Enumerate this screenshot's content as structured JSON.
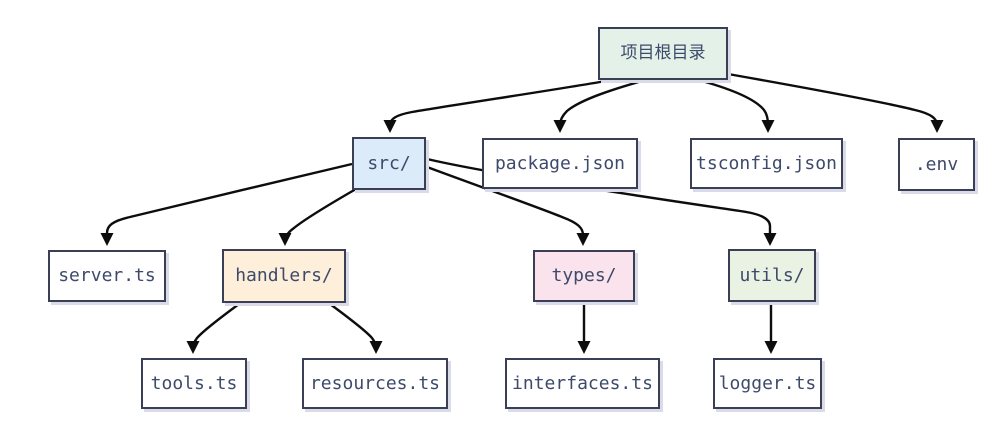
{
  "colors": {
    "edge": "#0d0d0d",
    "border": "#3a3f55",
    "shadow": "#dadbe8",
    "text": "#3e4a6b",
    "fill_root": "#e4f1e8",
    "fill_src": "#dcebfa",
    "fill_handlers": "#fdefd9",
    "fill_types": "#fbe3ee",
    "fill_utils": "#eaf3e3",
    "fill_file": "#ffffff"
  },
  "nodes": {
    "root": {
      "label": "项目根目录",
      "fill": "#e4f1e8"
    },
    "src": {
      "label": "src/",
      "fill": "#dcebfa"
    },
    "package": {
      "label": "package.json",
      "fill": "#ffffff"
    },
    "tsconfig": {
      "label": "tsconfig.json",
      "fill": "#ffffff"
    },
    "env": {
      "label": ".env",
      "fill": "#ffffff"
    },
    "server": {
      "label": "server.ts",
      "fill": "#ffffff"
    },
    "handlers": {
      "label": "handlers/",
      "fill": "#fdefd9"
    },
    "types": {
      "label": "types/",
      "fill": "#fbe3ee"
    },
    "utils": {
      "label": "utils/",
      "fill": "#eaf3e3"
    },
    "tools": {
      "label": "tools.ts",
      "fill": "#ffffff"
    },
    "resources": {
      "label": "resources.ts",
      "fill": "#ffffff"
    },
    "interfaces": {
      "label": "interfaces.ts",
      "fill": "#ffffff"
    },
    "logger": {
      "label": "logger.ts",
      "fill": "#ffffff"
    }
  },
  "edges": [
    {
      "from": "root",
      "to": "src"
    },
    {
      "from": "root",
      "to": "package.json"
    },
    {
      "from": "root",
      "to": "tsconfig.json"
    },
    {
      "from": "root",
      "to": ".env"
    },
    {
      "from": "src",
      "to": "server.ts"
    },
    {
      "from": "src",
      "to": "handlers/"
    },
    {
      "from": "src",
      "to": "types/"
    },
    {
      "from": "src",
      "to": "utils/"
    },
    {
      "from": "handlers/",
      "to": "tools.ts"
    },
    {
      "from": "handlers/",
      "to": "resources.ts"
    },
    {
      "from": "types/",
      "to": "interfaces.ts"
    },
    {
      "from": "utils/",
      "to": "logger.ts"
    }
  ]
}
